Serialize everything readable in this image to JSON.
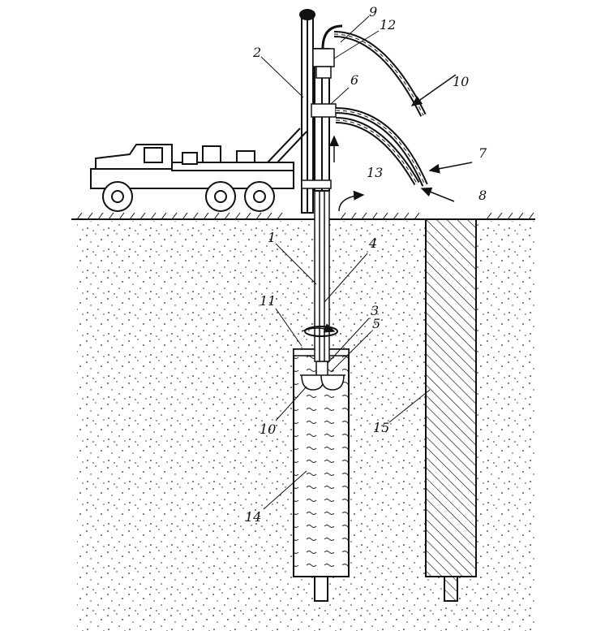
{
  "diagram": {
    "labels": [
      "1",
      "2",
      "3",
      "4",
      "5",
      "6",
      "7",
      "8",
      "9",
      "10",
      "10",
      "11",
      "12",
      "13",
      "14",
      "15"
    ],
    "colors": {
      "ink": "#111111",
      "paper": "#ffffff",
      "soil_dots": "#222222"
    },
    "components": [
      "drill-truck",
      "mast",
      "swivel",
      "hoses",
      "drill-pipe",
      "borehole",
      "cutter-head",
      "concrete-pile",
      "ground-surface"
    ]
  }
}
